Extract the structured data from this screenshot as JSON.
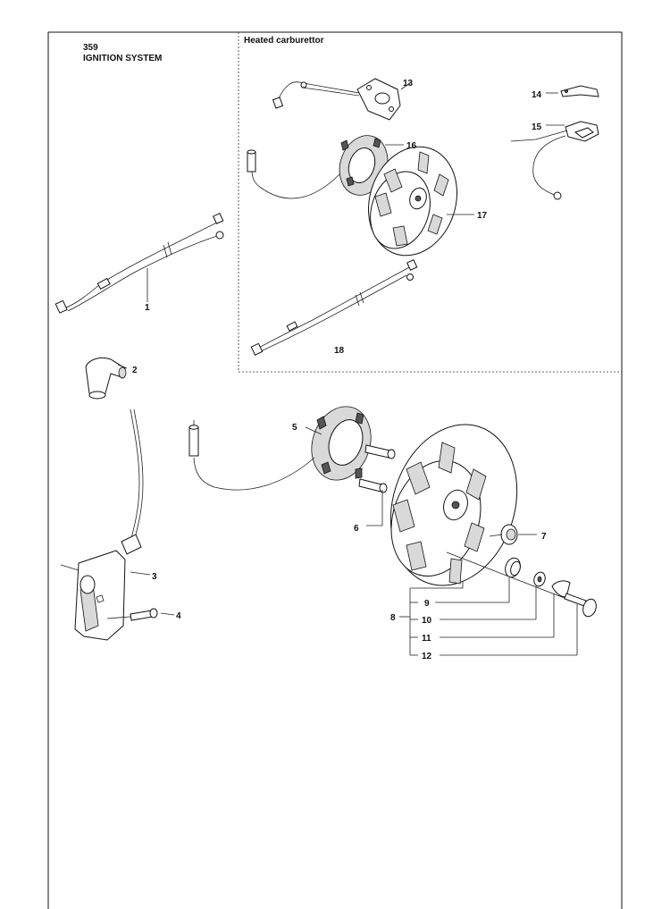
{
  "header": {
    "model": "359",
    "section_title": "IGNITION SYSTEM",
    "inset_title": "Heated carburettor"
  },
  "callouts": [
    {
      "id": "c1",
      "label": "1"
    },
    {
      "id": "c2",
      "label": "2"
    },
    {
      "id": "c3",
      "label": "3"
    },
    {
      "id": "c4",
      "label": "4"
    },
    {
      "id": "c5",
      "label": "5"
    },
    {
      "id": "c6",
      "label": "6"
    },
    {
      "id": "c7",
      "label": "7"
    },
    {
      "id": "c8",
      "label": "8"
    },
    {
      "id": "c9",
      "label": "9"
    },
    {
      "id": "c10",
      "label": "10"
    },
    {
      "id": "c11",
      "label": "11"
    },
    {
      "id": "c12",
      "label": "12"
    },
    {
      "id": "c13",
      "label": "13"
    },
    {
      "id": "c14",
      "label": "14"
    },
    {
      "id": "c15",
      "label": "15"
    },
    {
      "id": "c16",
      "label": "16"
    },
    {
      "id": "c17",
      "label": "17"
    },
    {
      "id": "c18",
      "label": "18"
    }
  ]
}
